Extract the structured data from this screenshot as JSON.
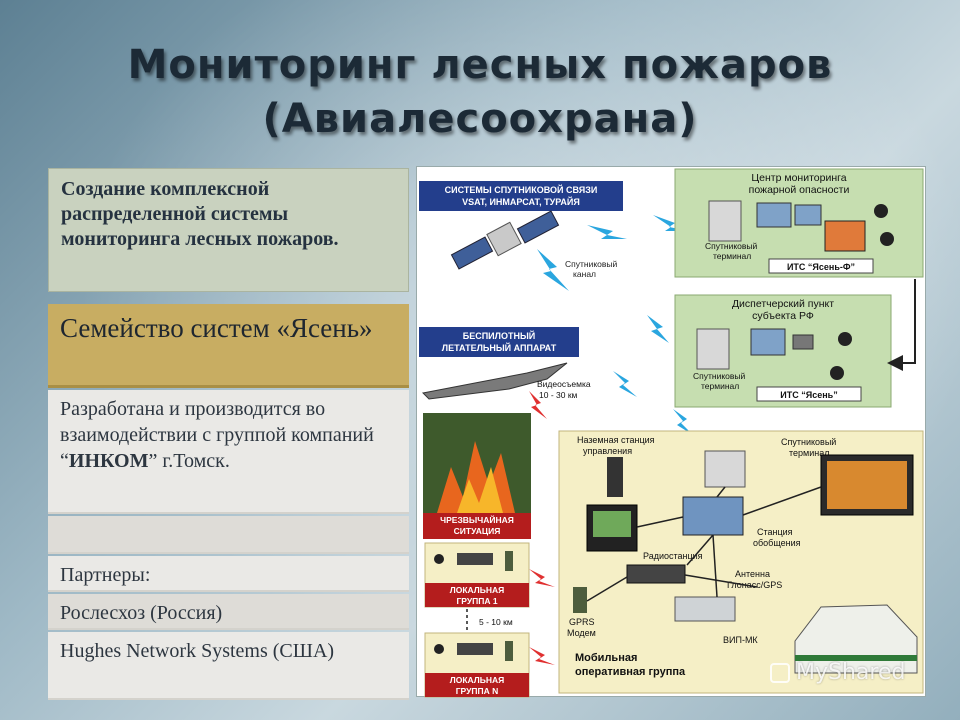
{
  "title": {
    "line1": "Мониторинг лесных пожаров",
    "line2": "(Авиалесоохрана)"
  },
  "left_panel": {
    "intro": "Создание комплексной распределенной системы мониторинга лесных пожаров.",
    "family_heading": "Семейство систем «Ясень»",
    "developed_prefix": "Разработана и производится во взаимодействии с группой компаний “",
    "developed_company": "ИНКОМ",
    "developed_suffix": "” г.Томск.",
    "empty_row": "",
    "partners_label": "Партнеры:",
    "partner1": "Рослесхоз (Россия)",
    "partner2": "Hughes Network Systems (США)"
  },
  "diagram": {
    "sat_systems_line1": "СИСТЕМЫ СПУТНИКОВОЙ СВЯЗИ",
    "sat_systems_line2": "VSAT, ИНМАРСАТ, ТУРАЙЯ",
    "sat_channel_line1": "Спутниковый",
    "sat_channel_line2": "канал",
    "center_line1": "Центр мониторинга",
    "center_line2": "пожарной опасности",
    "center_terminal_line1": "Спутниковый",
    "center_terminal_line2": "терминал",
    "its_f": "ИТС “Ясень-Ф”",
    "dispatch_line1": "Диспетчерский пункт",
    "dispatch_line2": "субъекта РФ",
    "dispatch_terminal_line1": "Спутниковый",
    "dispatch_terminal_line2": "терминал",
    "its": "ИТС “Ясень”",
    "uav_line1": "БЕСПИЛОТНЫЙ",
    "uav_line2": "ЛЕТАТЕЛЬНЫЙ АППАРАТ",
    "video_line1": "Видеосъемка",
    "video_line2": "10 - 30 км",
    "emergency_line1": "ЧРЕЗВЫЧАЙНАЯ",
    "emergency_line2": "СИТУАЦИЯ",
    "ground_station_line1": "Наземная станция",
    "ground_station_line2": "управления",
    "mobile_terminal_line1": "Спутниковый",
    "mobile_terminal_line2": "терминал",
    "gen_station_line1": "Станция",
    "gen_station_line2": "обобщения",
    "radio": "Радиостанция",
    "antenna_line1": "Антенна",
    "antenna_line2": "Глонасс/GPS",
    "gprs_line1": "GPRS",
    "gprs_line2": "Модем",
    "vip": "ВИП-МК",
    "mobile_group_line1": "Мобильная",
    "mobile_group_line2": "оперативная группа",
    "local1_line1": "ЛОКАЛЬНАЯ",
    "local1_line2": "ГРУППА 1",
    "localN_line1": "ЛОКАЛЬНАЯ",
    "localN_line2": "ГРУППА N",
    "distance": "5 - 10 км"
  },
  "watermark": "MyShared",
  "colors": {
    "panel_green": "#c9d2bf",
    "gold": "#c8ad62",
    "diagram_green": "#c6deb0",
    "diagram_yellow": "#f5efc6"
  }
}
